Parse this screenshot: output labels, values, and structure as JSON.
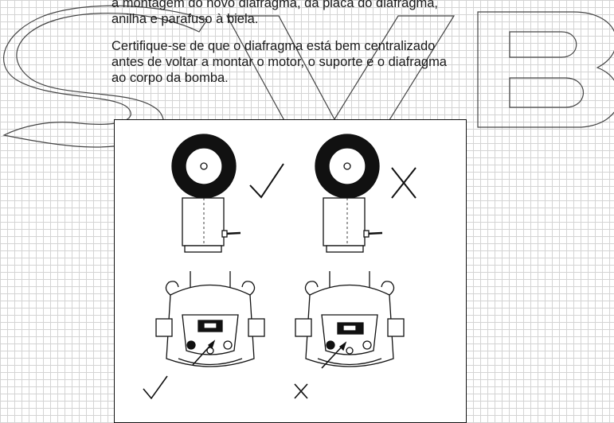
{
  "document": {
    "paragraph_1_line_1": "a montagem do novo diafragma, da placa do diafragma,",
    "paragraph_1_line_2": "anilha e parafuso à biela.",
    "paragraph_2_line_1": "Certifique-se de que o diafragma está bem centralizado",
    "paragraph_2_line_2": "antes de voltar a montar o motor, o suporte e o diafragma",
    "paragraph_2_line_3": "ao corpo da bomba."
  },
  "watermark": {
    "lettering": "SVB"
  },
  "figure": {
    "correct_mark": "check-mark",
    "incorrect_mark": "cross-mark",
    "line_color": "#111111"
  }
}
